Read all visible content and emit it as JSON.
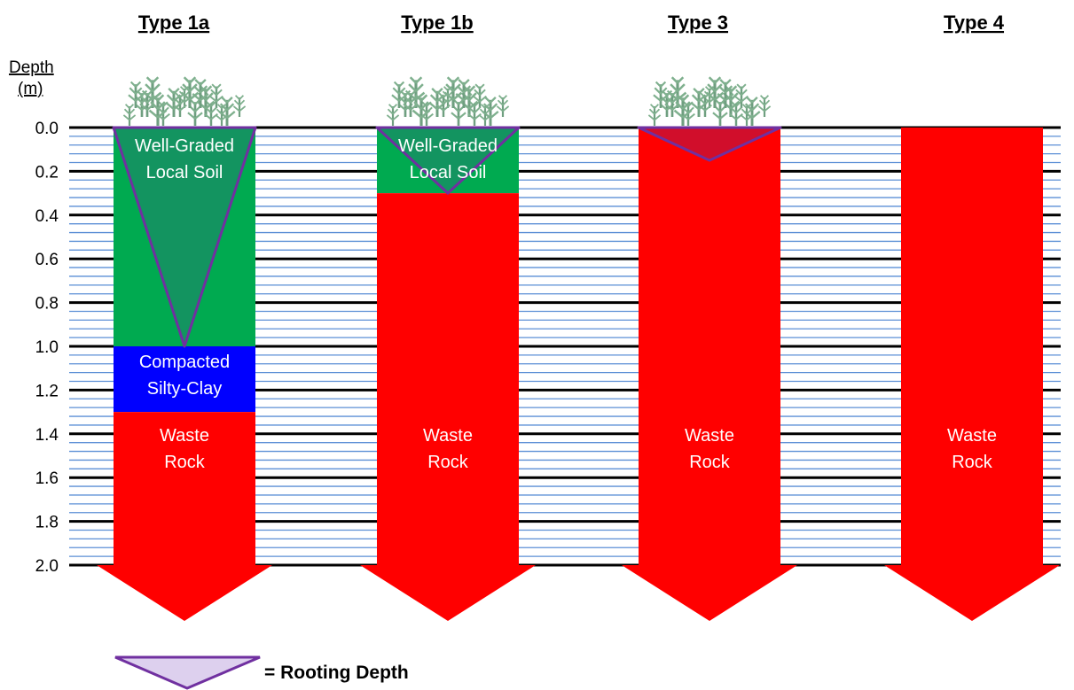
{
  "axis": {
    "label_line1": "Depth",
    "label_line2": "(m)",
    "ticks": [
      "0.0",
      "0.2",
      "0.4",
      "0.6",
      "0.8",
      "1.0",
      "1.2",
      "1.4",
      "1.6",
      "1.8",
      "2.0"
    ]
  },
  "colors": {
    "soil": "#00aa50",
    "clay": "#0000ff",
    "rock": "#ff0000",
    "root_outline": "#7030a0",
    "minor_line": "#5b8fd6",
    "plant": "#7aa88a"
  },
  "columns": [
    {
      "title": "Type 1a",
      "has_plants": true,
      "rooting_depth_m": 1.0,
      "layers": [
        {
          "material": "soil",
          "top_m": 0.0,
          "bottom_m": 1.0,
          "label_line1": "Well-Graded",
          "label_line2": "Local Soil"
        },
        {
          "material": "clay",
          "top_m": 1.0,
          "bottom_m": 1.3,
          "label_line1": "Compacted",
          "label_line2": "Silty-Clay"
        },
        {
          "material": "rock",
          "top_m": 1.3,
          "bottom_m": 2.0,
          "label_line1": "Waste",
          "label_line2": "Rock"
        }
      ]
    },
    {
      "title": "Type 1b",
      "has_plants": true,
      "rooting_depth_m": 0.3,
      "layers": [
        {
          "material": "soil",
          "top_m": 0.0,
          "bottom_m": 0.3,
          "label_line1": "Well-Graded",
          "label_line2": "Local Soil"
        },
        {
          "material": "rock",
          "top_m": 0.3,
          "bottom_m": 2.0,
          "label_line1": "Waste",
          "label_line2": "Rock"
        }
      ]
    },
    {
      "title": "Type 3",
      "has_plants": true,
      "rooting_depth_m": 0.15,
      "layers": [
        {
          "material": "rock",
          "top_m": 0.0,
          "bottom_m": 2.0,
          "label_line1": "Waste",
          "label_line2": "Rock"
        }
      ]
    },
    {
      "title": "Type 4",
      "has_plants": false,
      "rooting_depth_m": 0,
      "layers": [
        {
          "material": "rock",
          "top_m": 0.0,
          "bottom_m": 2.0,
          "label_line1": "Waste",
          "label_line2": "Rock"
        }
      ]
    }
  ],
  "legend": {
    "label": "= Rooting Depth",
    "symbol": "rooting-depth-triangle-icon"
  }
}
